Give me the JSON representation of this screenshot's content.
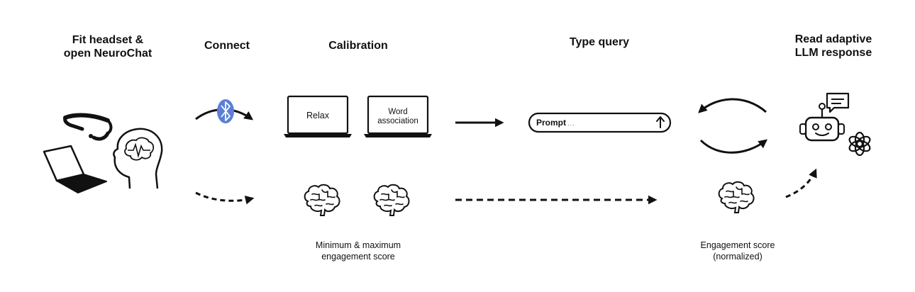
{
  "steps": {
    "fit": {
      "title_line1": "Fit headset &",
      "title_line2": "open NeuroChat"
    },
    "connect": {
      "title": "Connect"
    },
    "calibration": {
      "title": "Calibration",
      "screen1": "Relax",
      "screen2_line1": "Word",
      "screen2_line2": "association",
      "caption_line1": "Minimum & maximum",
      "caption_line2": "engagement score"
    },
    "type": {
      "title": "Type query",
      "prompt_label": "Prompt",
      "prompt_dots": "..."
    },
    "read": {
      "title_line1": "Read adaptive",
      "title_line2": "LLM response",
      "caption_line1": "Engagement score",
      "caption_line2": "(normalized)"
    }
  },
  "icons": [
    "headset-icon",
    "laptop-icon",
    "head-brain-icon",
    "bluetooth-icon",
    "brain-icon",
    "robot-icon",
    "chat-bubble-icon",
    "openai-logo-icon",
    "send-arrow-icon"
  ],
  "colors": {
    "ink": "#111111",
    "bluetooth": "#5b7fd6"
  }
}
